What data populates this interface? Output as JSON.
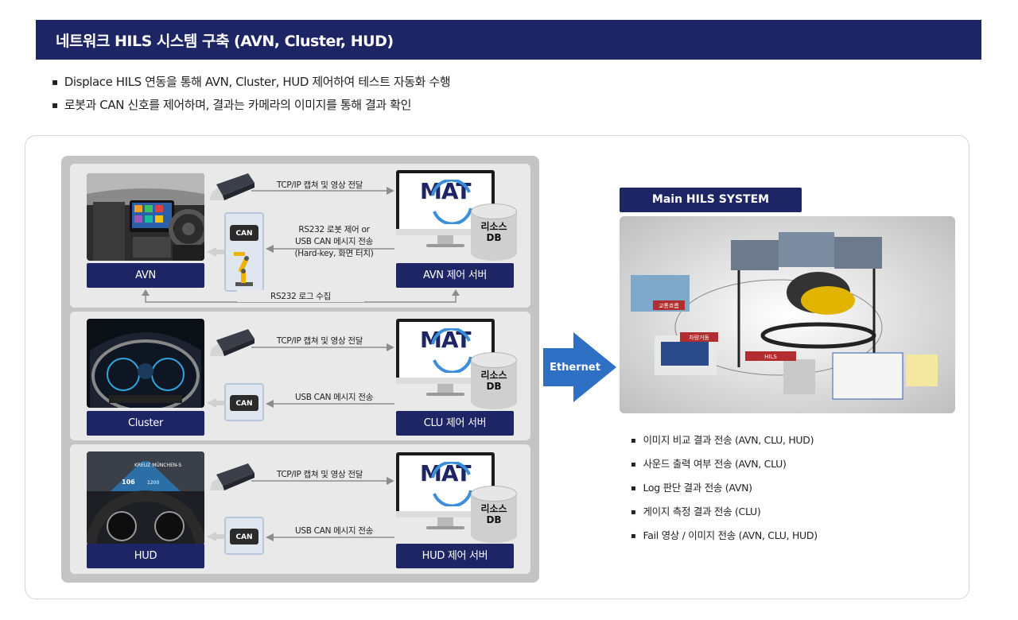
{
  "title": "네트워크 HILS 시스템 구축 (AVN, Cluster, HUD)",
  "bullets": [
    "Displace HILS 연동을 통해 AVN, Cluster, HUD 제어하여 테스트 자동화 수행",
    "로봇과 CAN 신호를 제어하며, 결과는 카메라의 이미지를 통해 결과 확인"
  ],
  "rows": [
    {
      "device_label": "AVN",
      "server_label": "AVN 제어 서버",
      "capture_label": "TCP/IP 캡쳐 및 영상 전달",
      "control_lines": [
        "RS232 로봇 제어 or",
        "USB CAN 메시지 전송",
        "(Hard-key, 화면 터치)"
      ],
      "log_label": "RS232 로그 수집"
    },
    {
      "device_label": "Cluster",
      "server_label": "CLU 제어 서버",
      "capture_label": "TCP/IP 캡쳐 및 영상 전달",
      "control_label": "USB CAN 메시지 전송"
    },
    {
      "device_label": "HUD",
      "server_label": "HUD 제어 서버",
      "capture_label": "TCP/IP 캡쳐 및 영상 전달",
      "control_label": "USB CAN 메시지 전송"
    }
  ],
  "mat_logo": "MAT",
  "db_label": [
    "리소스",
    "DB"
  ],
  "can_label": "CAN",
  "ethernet_label": "Ethernet",
  "main_system": {
    "label": "Main HILS SYSTEM",
    "image_tags": [
      "교통흐름",
      "차량거동",
      "HILS"
    ]
  },
  "hud_readouts": [
    "106",
    "1200",
    "KREUZ MÜNCHEN-S"
  ],
  "results": [
    "이미지 비교 결과 전송 (AVN, CLU, HUD)",
    "사운드 출력 여부 전송 (AVN, CLU)",
    "Log 판단 결과 전송 (AVN)",
    "게이지 측정 결과 전송 (CLU)",
    "Fail 영상 / 이미지 전송 (AVN, CLU, HUD)"
  ],
  "colors": {
    "navy": "#1d2565",
    "ethernet_blue": "#2f6fc4",
    "panel_gray": "#c4c4c4",
    "row_gray": "#e9e9e9",
    "mat_arrow_blue": "#3a8fd8"
  },
  "icons": [
    "camera-icon",
    "car-can-icon",
    "robot-arm-icon",
    "monitor-icon",
    "database-icon",
    "arrow-right-icon",
    "arrow-left-icon"
  ]
}
